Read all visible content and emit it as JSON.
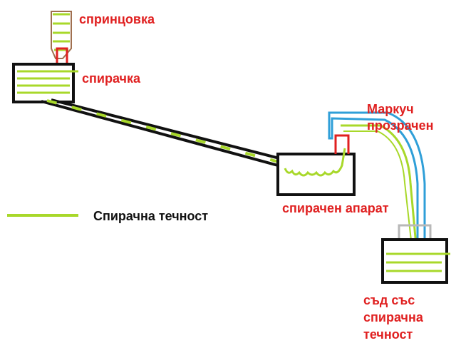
{
  "labels": {
    "syringe": "спринцовка",
    "brake_lever": "спирачка",
    "hose_line1": "Маркуч",
    "hose_line2": "прозрачен",
    "caliper": "спирачен апарат",
    "container": [
      "съд със",
      "спирачна",
      "течност"
    ],
    "legend_fluid": "Спирачна течност"
  },
  "colors": {
    "fluid": "#a8d82a",
    "outline": "#111111",
    "hose": "#2f9fd8",
    "fitting": "#e02020",
    "syringe": "#a07050",
    "clamp": "#b8b8b8",
    "label": "#e02020"
  }
}
